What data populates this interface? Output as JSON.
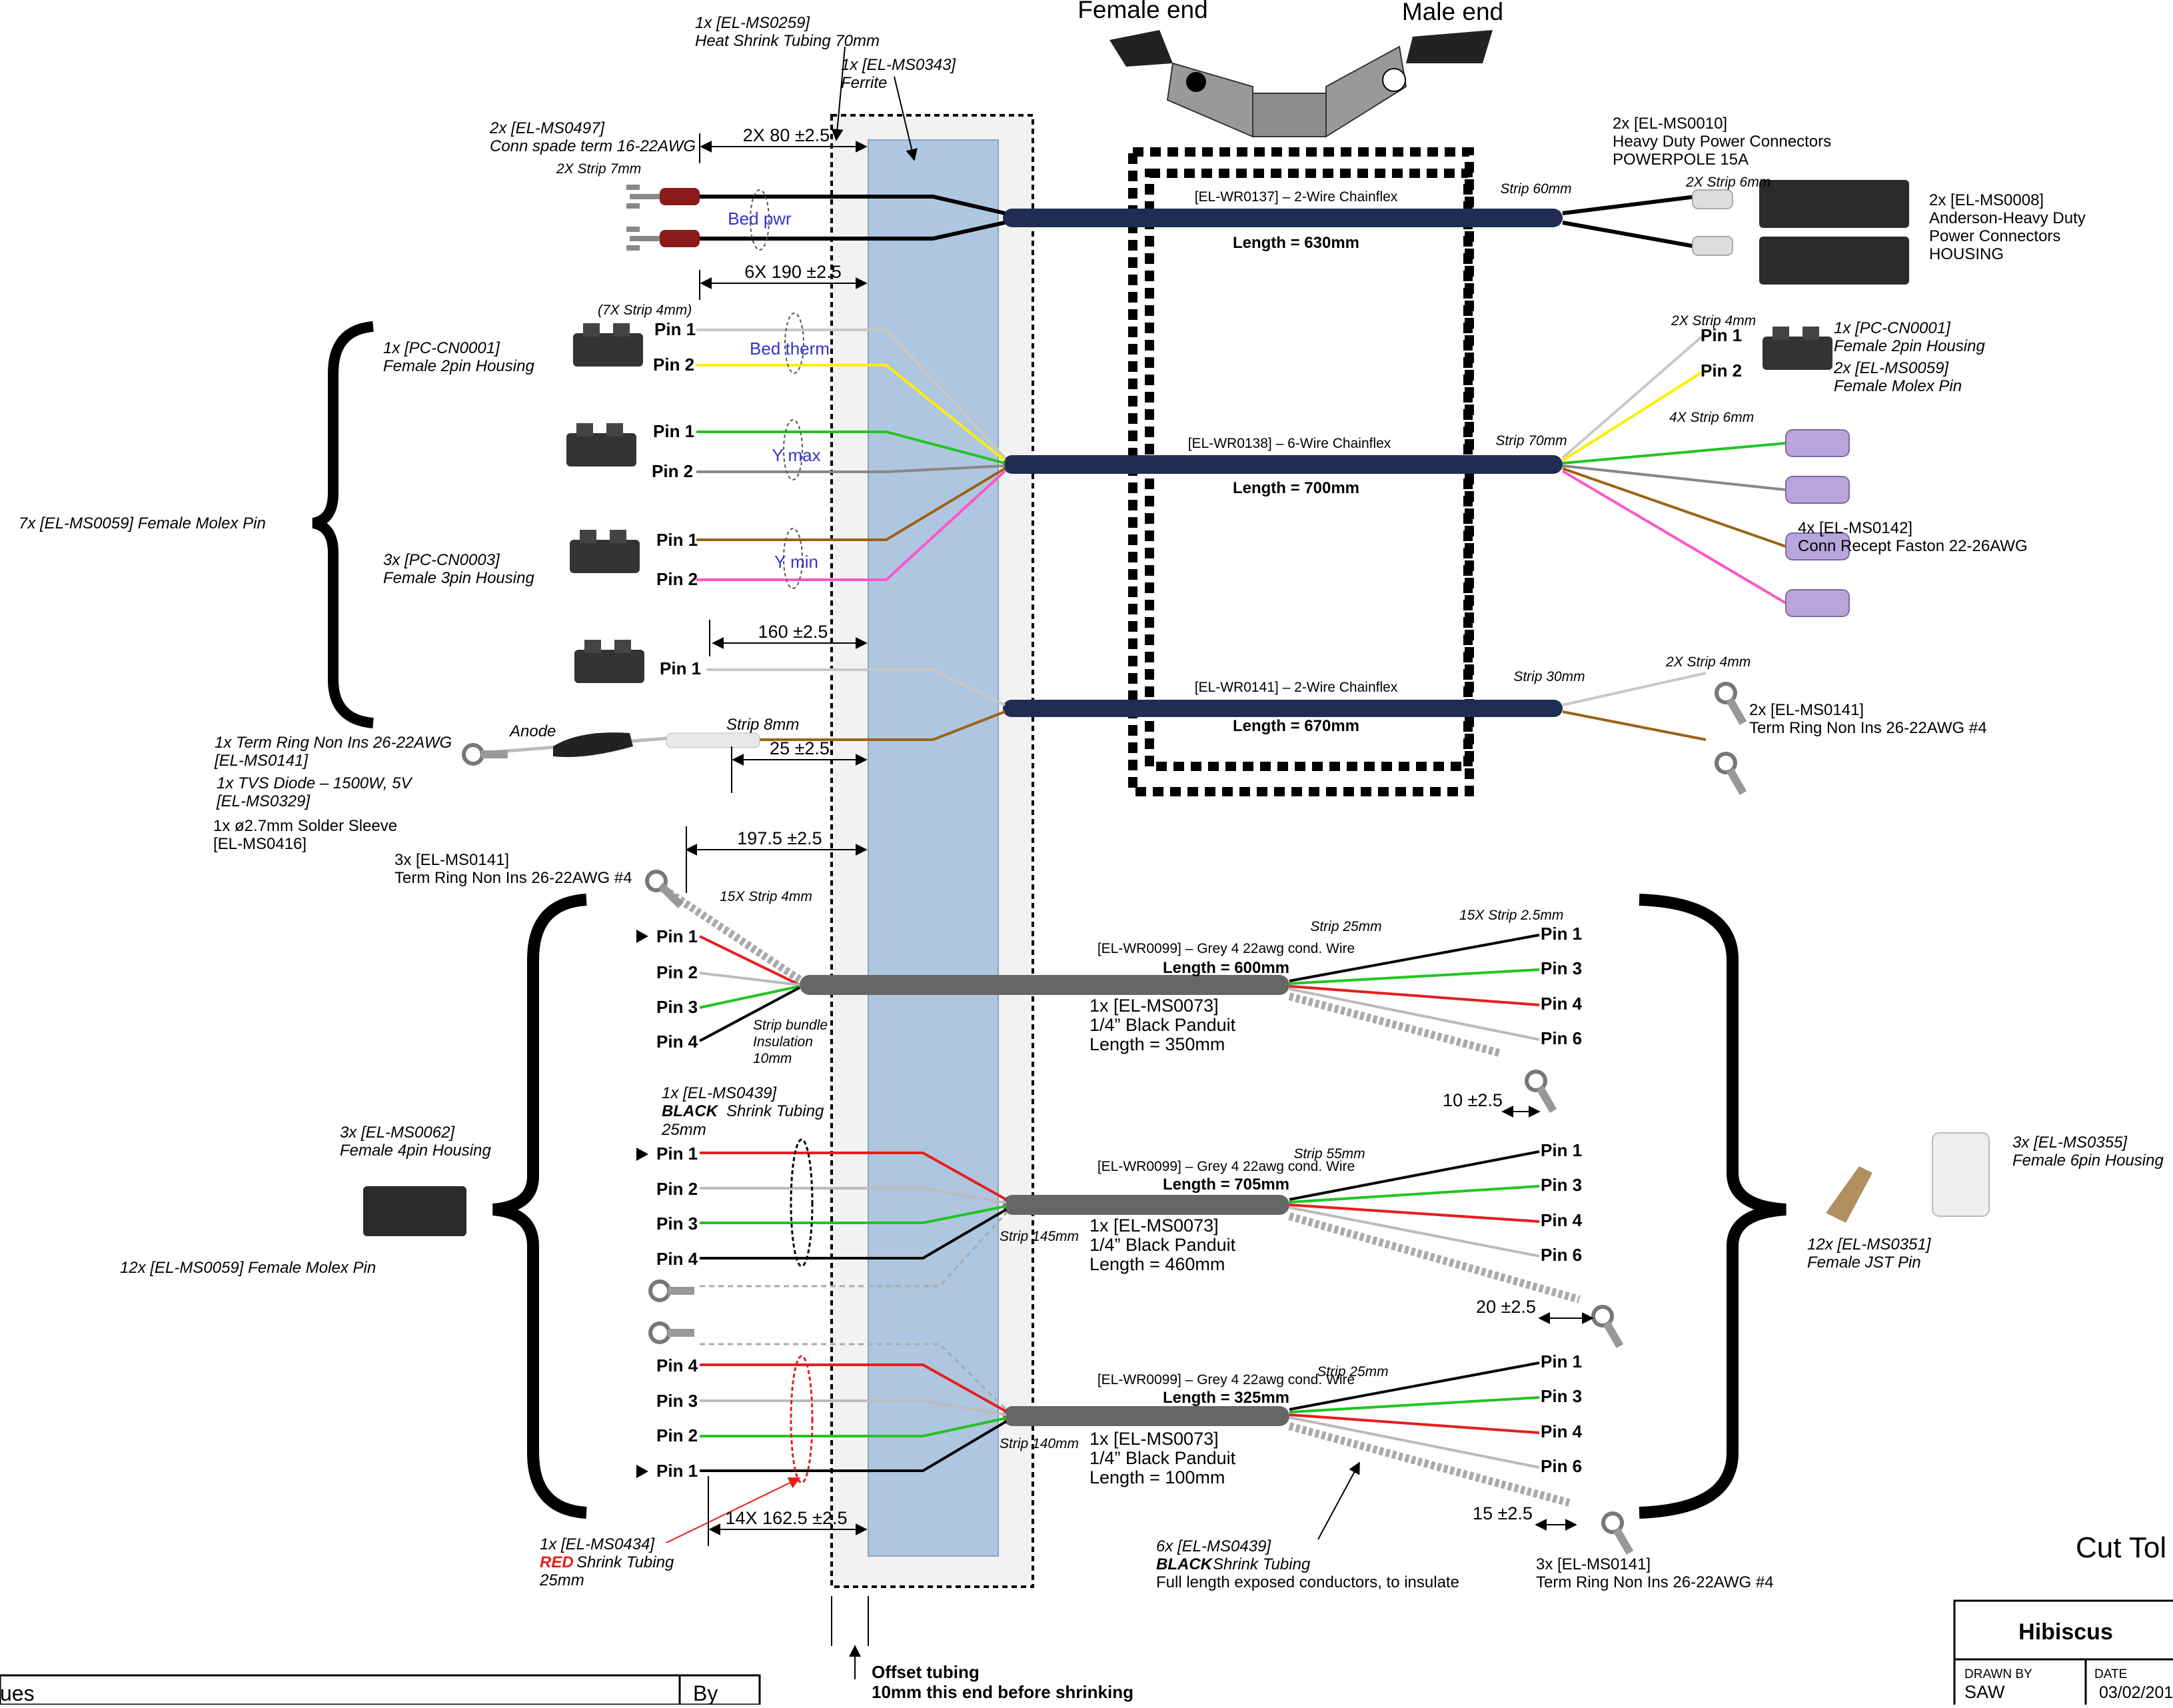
{
  "header": {
    "female_end": "Female end",
    "male_end": "Male end"
  },
  "labels": {
    "heat_shrink_70": [
      "1x [EL-MS0259]",
      "Heat Shrink Tubing 70mm"
    ],
    "ferrite": [
      "1x [EL-MS0343]",
      "Ferrite"
    ],
    "spade": [
      "2x [EL-MS0497]",
      "Conn spade term 16-22AWG"
    ],
    "strip7": "2X Strip 7mm",
    "pwr_conn": [
      "2x [EL-MS0010]",
      "Heavy Duty Power Connectors",
      "POWERPOLE 15A"
    ],
    "anderson": [
      "2x [EL-MS0008]",
      "Anderson-Heavy Duty",
      "Power Connectors",
      "HOUSING"
    ],
    "strip6_2x": "2X Strip 6mm",
    "strip7x4": "(7X Strip 4mm)",
    "pc_cn0001_l": [
      "1x [PC-CN0001]",
      "Female 2pin Housing"
    ],
    "molex7": "7x [EL-MS0059] Female Molex Pin",
    "pc_cn0003": [
      "3x [PC-CN0003]",
      "Female 3pin Housing"
    ],
    "pc_cn0001_r": [
      "1x [PC-CN0001]",
      "Female 2pin Housing"
    ],
    "molex2": [
      "2x [EL-MS0059]",
      "Female Molex Pin"
    ],
    "strip4_2x_a": "2X Strip 4mm",
    "strip6_4x": "4X Strip 6mm",
    "faston": [
      "4x [EL-MS0142]",
      "Conn Recept Faston 22-26AWG"
    ],
    "strip4_2x_b": "2X Strip 4mm",
    "ring2": [
      "2x [EL-MS0141]",
      "Term Ring Non Ins 26-22AWG #4"
    ],
    "anode": "Anode",
    "strip8": "Strip 8mm",
    "ring_l1": [
      "1x Term Ring Non Ins 26-22AWG",
      "[EL-MS0141]"
    ],
    "tvs": [
      "1x TVS Diode – 1500W, 5V",
      "[EL-MS0329]"
    ],
    "solder": [
      "1x ø2.7mm Solder Sleeve",
      "[EL-MS0416]"
    ],
    "ring3_top": [
      "3x [EL-MS0141]",
      "Term Ring Non Ins 26-22AWG #4"
    ],
    "strip4_15x": "15X Strip 4mm",
    "strip25_15x": "15X Strip 2.5mm",
    "strip_bundle": [
      "Strip bundle",
      "Insulation",
      "10mm"
    ],
    "shrink_black": [
      "1x [EL-MS0439]",
      "BLACK",
      " Shrink Tubing",
      "25mm"
    ],
    "ms0062": [
      "3x [EL-MS0062]",
      "Female 4pin Housing"
    ],
    "molex12": "12x [EL-MS0059] Female Molex Pin",
    "shrink_red": [
      "1x [EL-MS0434]",
      "RED",
      " Shrink Tubing",
      "25mm"
    ],
    "shrink_black6": [
      "6x [EL-MS0439]",
      "BLACK",
      " Shrink Tubing",
      "Full length exposed conductors, to insulate"
    ],
    "ring3_bot": [
      "3x [EL-MS0141]",
      "Term Ring Non Ins 26-22AWG #4"
    ],
    "jst": [
      "12x [EL-MS0351]",
      "Female JST Pin"
    ],
    "ms0355": [
      "3x [EL-MS0355]",
      "Female 6pin Housing"
    ],
    "offset": [
      "Offset tubing",
      "10mm this end before shrinking"
    ],
    "cut_title": "Cut Tol",
    "revisions_partial": "ues",
    "by": "By"
  },
  "groups": {
    "bed_pwr": "Bed pwr",
    "bed_therm": "Bed therm",
    "y_max": "Y max",
    "y_min": "Y min"
  },
  "dimensions": {
    "d1": "2X 80 ±2.5",
    "d2": "6X 190 ±2.5",
    "d3": "160 ±2.5",
    "d4": "25 ±2.5",
    "d5": "197.5 ±2.5",
    "d6": "14X 162.5 ±2.5",
    "d7": "10 ±2.5",
    "d8": "20 ±2.5",
    "d9": "15 ±2.5"
  },
  "cables": [
    {
      "name": "[EL-WR0137] – 2-Wire Chainflex",
      "length": "Length = 630mm",
      "strip": "Strip 60mm"
    },
    {
      "name": "[EL-WR0138] – 6-Wire Chainflex",
      "length": "Length = 700mm",
      "strip": "Strip 70mm"
    },
    {
      "name": "[EL-WR0141] – 2-Wire Chainflex",
      "length": "Length = 670mm",
      "strip": "Strip 30mm"
    },
    {
      "name": "[EL-WR0099] – Grey 4 22awg cond. Wire",
      "length": "Length = 600mm",
      "strip": "Strip 25mm",
      "panduit": [
        "1x [EL-MS0073]",
        "1/4” Black Panduit",
        "Length = 350mm"
      ]
    },
    {
      "name": "[EL-WR0099] – Grey 4 22awg cond. Wire",
      "length": "Length = 705mm",
      "strip": "Strip 55mm",
      "panduit": [
        "1x [EL-MS0073]",
        "1/4” Black Panduit",
        "Length = 460mm"
      ],
      "strip_left": "Strip 145mm"
    },
    {
      "name": "[EL-WR0099] – Grey 4 22awg cond. Wire",
      "length": "Length = 325mm",
      "strip": "Strip 25mm",
      "panduit": [
        "1x [EL-MS0073]",
        "1/4” Black Panduit",
        "Length = 100mm"
      ],
      "strip_left": "Strip 140mm"
    }
  ],
  "pins": {
    "p1": "Pin 1",
    "p2": "Pin 2",
    "p3": "Pin 3",
    "p4": "Pin 4",
    "p6": "Pin 6"
  },
  "title_block": {
    "name": "Hibiscus",
    "drawn_by_label": "DRAWN BY",
    "drawn_by": "SAW",
    "date_label": "DATE",
    "date": "03/02/201"
  },
  "colors": {
    "cable_blue": "#1f2d55",
    "tubing": "#afc6e0",
    "wire_grey": "#c8c8c8",
    "wire_yellow": "#ffee00",
    "wire_green": "#22c422",
    "wire_brown": "#9a6415",
    "wire_pink": "#ff55c8",
    "wire_red": "#e61e1e",
    "group_label": "#3333cc"
  }
}
